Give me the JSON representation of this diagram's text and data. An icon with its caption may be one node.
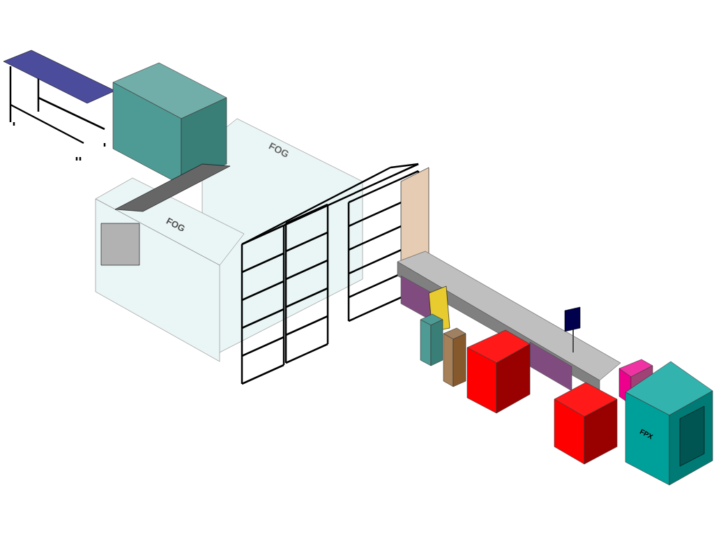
{
  "diagram": {
    "labels": [
      "FOG",
      "FOG",
      "FPX"
    ]
  }
}
